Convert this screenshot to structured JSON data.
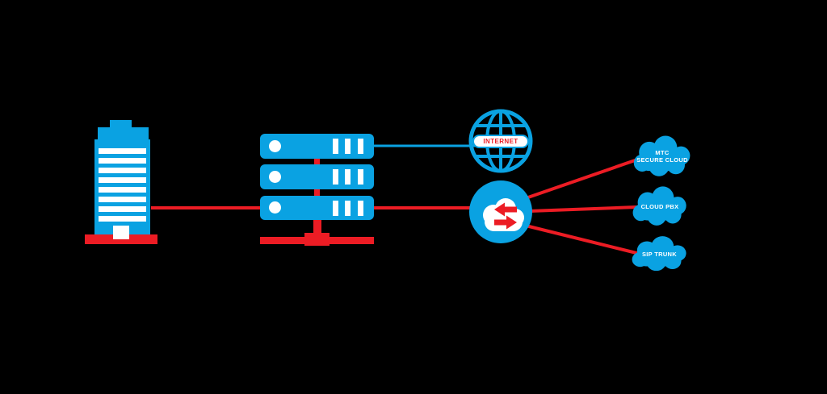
{
  "colors": {
    "background": "#000000",
    "blue": "#0AA2E2",
    "red": "#EC1C24",
    "white": "#FFFFFF"
  },
  "nodes": {
    "building": {
      "name": "office-building"
    },
    "server_stack": {
      "name": "server-rack",
      "unit_count": "3"
    },
    "internet": {
      "label": "INTERNET"
    },
    "exchange": {
      "name": "cloud-exchange"
    },
    "mtc_secure_cloud": {
      "label_line1": "MTC",
      "label_line2": "SECURE CLOUD"
    },
    "cloud_pbx": {
      "label": "CLOUD PBX"
    },
    "sip_trunk": {
      "label": "SIP TRUNK"
    }
  },
  "edges": [
    {
      "from": "building",
      "to": "server-rack",
      "color": "red"
    },
    {
      "from": "server-rack",
      "to": "internet",
      "color": "blue"
    },
    {
      "from": "server-rack",
      "to": "cloud-exchange",
      "color": "red"
    },
    {
      "from": "cloud-exchange",
      "to": "mtc-secure-cloud",
      "color": "red"
    },
    {
      "from": "cloud-exchange",
      "to": "cloud-pbx",
      "color": "red"
    },
    {
      "from": "cloud-exchange",
      "to": "sip-trunk",
      "color": "red"
    }
  ]
}
